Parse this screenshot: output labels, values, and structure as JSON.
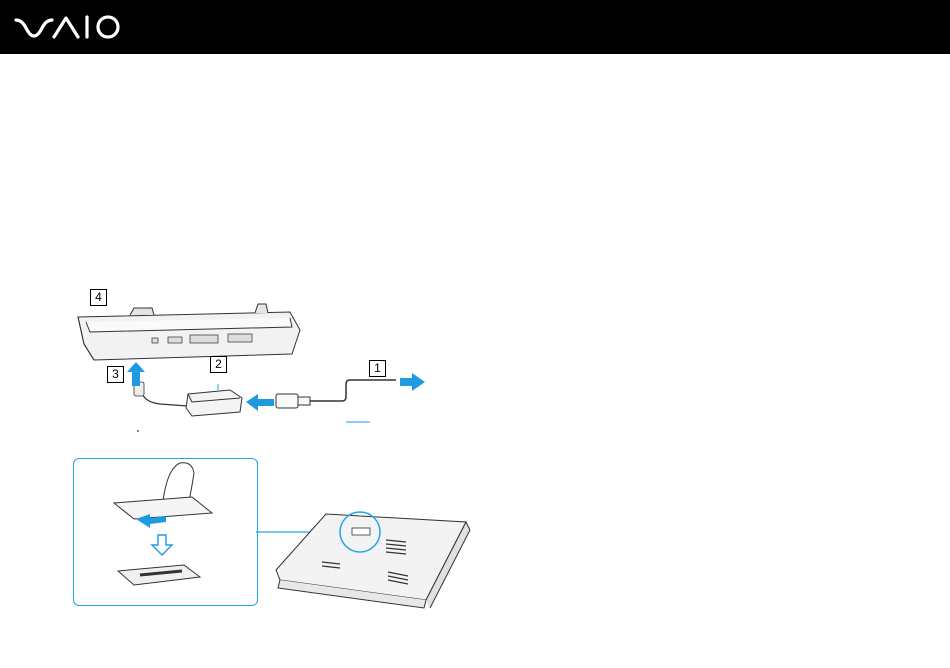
{
  "brand": {
    "logo_text": "VAIO",
    "header_color": "#000000"
  },
  "illustration_1": {
    "callouts": [
      "1",
      "2",
      "3",
      "4"
    ],
    "arrow_color": "#1e9be0"
  },
  "illustration_2": {
    "inset_border_color": "#20a6e6",
    "arrow_color": "#1e9be0"
  }
}
